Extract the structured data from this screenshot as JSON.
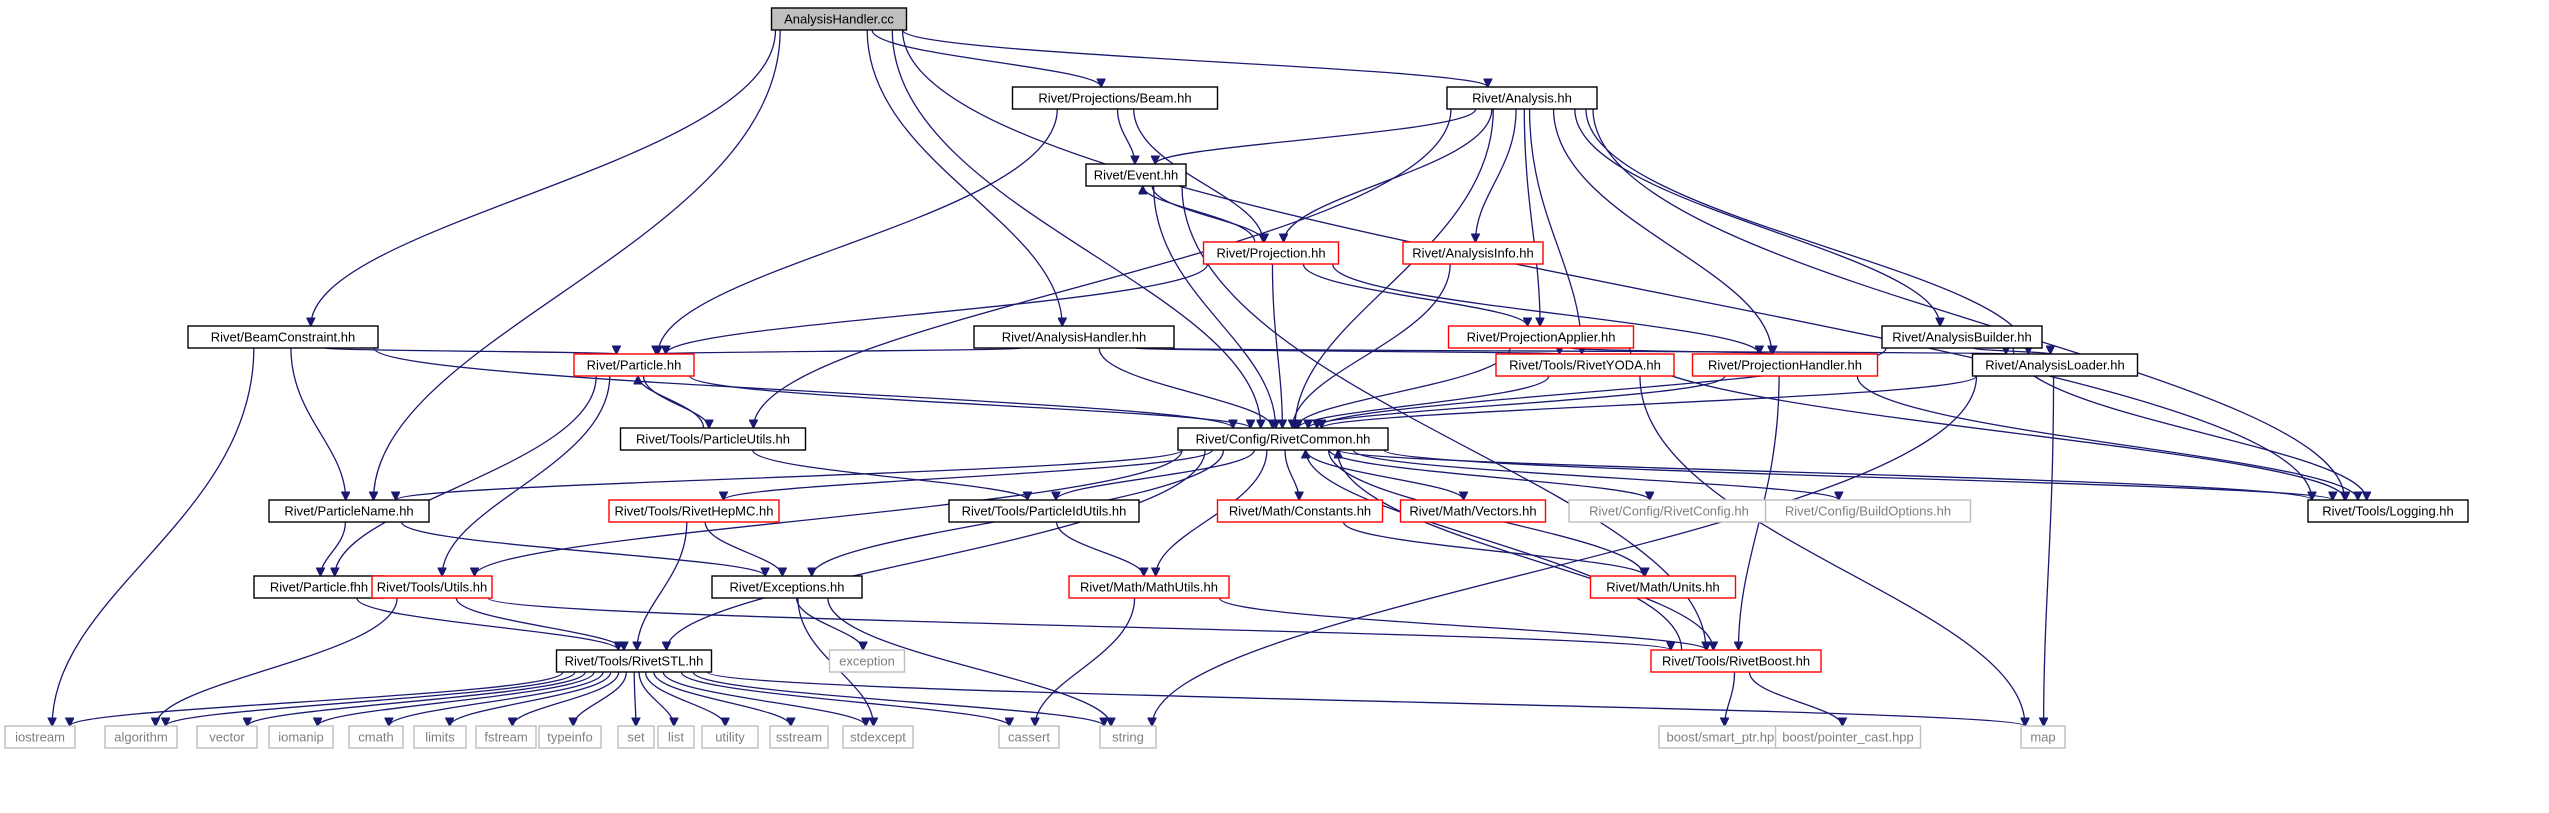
{
  "colors": {
    "edge": "#191970",
    "root_fill": "#bfbfbf",
    "black": "#000000",
    "red": "#ff0000",
    "gray": "#bfbfbf",
    "muted_text": "#7f7f7f"
  },
  "nodes": [
    {
      "id": "root",
      "label": "AnalysisHandler.cc",
      "style": "root"
    },
    {
      "id": "beam",
      "label": "Rivet/Projections/Beam.hh",
      "style": "black"
    },
    {
      "id": "analysis",
      "label": "Rivet/Analysis.hh",
      "style": "black"
    },
    {
      "id": "event",
      "label": "Rivet/Event.hh",
      "style": "black"
    },
    {
      "id": "projection",
      "label": "Rivet/Projection.hh",
      "style": "red"
    },
    {
      "id": "analysisinfo",
      "label": "Rivet/AnalysisInfo.hh",
      "style": "red"
    },
    {
      "id": "beamconstraint",
      "label": "Rivet/BeamConstraint.hh",
      "style": "black"
    },
    {
      "id": "analysishandler",
      "label": "Rivet/AnalysisHandler.hh",
      "style": "black"
    },
    {
      "id": "projapplier",
      "label": "Rivet/ProjectionApplier.hh",
      "style": "red"
    },
    {
      "id": "analysisbuilder",
      "label": "Rivet/AnalysisBuilder.hh",
      "style": "black"
    },
    {
      "id": "particle",
      "label": "Rivet/Particle.hh",
      "style": "red"
    },
    {
      "id": "rivetyoda",
      "label": "Rivet/Tools/RivetYODA.hh",
      "style": "red"
    },
    {
      "id": "projhandler",
      "label": "Rivet/ProjectionHandler.hh",
      "style": "red"
    },
    {
      "id": "analysisloader",
      "label": "Rivet/AnalysisLoader.hh",
      "style": "black"
    },
    {
      "id": "particleutils",
      "label": "Rivet/Tools/ParticleUtils.hh",
      "style": "black"
    },
    {
      "id": "rivetcommon",
      "label": "Rivet/Config/RivetCommon.hh",
      "style": "black"
    },
    {
      "id": "particlename",
      "label": "Rivet/ParticleName.hh",
      "style": "black"
    },
    {
      "id": "rivethepmc",
      "label": "Rivet/Tools/RivetHepMC.hh",
      "style": "red"
    },
    {
      "id": "particleidutils",
      "label": "Rivet/Tools/ParticleIdUtils.hh",
      "style": "black"
    },
    {
      "id": "constants",
      "label": "Rivet/Math/Constants.hh",
      "style": "red"
    },
    {
      "id": "vectors",
      "label": "Rivet/Math/Vectors.hh",
      "style": "red"
    },
    {
      "id": "rivetconfig",
      "label": "Rivet/Config/RivetConfig.hh",
      "style": "gray"
    },
    {
      "id": "buildoptions",
      "label": "Rivet/Config/BuildOptions.hh",
      "style": "gray"
    },
    {
      "id": "logging",
      "label": "Rivet/Tools/Logging.hh",
      "style": "black"
    },
    {
      "id": "particlefhh",
      "label": "Rivet/Particle.fhh",
      "style": "black"
    },
    {
      "id": "utils",
      "label": "Rivet/Tools/Utils.hh",
      "style": "red"
    },
    {
      "id": "exceptions",
      "label": "Rivet/Exceptions.hh",
      "style": "black"
    },
    {
      "id": "mathutils",
      "label": "Rivet/Math/MathUtils.hh",
      "style": "red"
    },
    {
      "id": "units",
      "label": "Rivet/Math/Units.hh",
      "style": "red"
    },
    {
      "id": "exception",
      "label": "exception",
      "style": "gray"
    },
    {
      "id": "rivetstl",
      "label": "Rivet/Tools/RivetSTL.hh",
      "style": "black"
    },
    {
      "id": "rivetboost",
      "label": "Rivet/Tools/RivetBoost.hh",
      "style": "red"
    },
    {
      "id": "iostream",
      "label": "iostream",
      "style": "gray"
    },
    {
      "id": "algorithm",
      "label": "algorithm",
      "style": "gray"
    },
    {
      "id": "vector",
      "label": "vector",
      "style": "gray"
    },
    {
      "id": "iomanip",
      "label": "iomanip",
      "style": "gray"
    },
    {
      "id": "cmath",
      "label": "cmath",
      "style": "gray"
    },
    {
      "id": "limits",
      "label": "limits",
      "style": "gray"
    },
    {
      "id": "fstream",
      "label": "fstream",
      "style": "gray"
    },
    {
      "id": "typeinfo",
      "label": "typeinfo",
      "style": "gray"
    },
    {
      "id": "set",
      "label": "set",
      "style": "gray"
    },
    {
      "id": "list",
      "label": "list",
      "style": "gray"
    },
    {
      "id": "utility",
      "label": "utility",
      "style": "gray"
    },
    {
      "id": "sstream",
      "label": "sstream",
      "style": "gray"
    },
    {
      "id": "stdexcept",
      "label": "stdexcept",
      "style": "gray"
    },
    {
      "id": "cassert",
      "label": "cassert",
      "style": "gray"
    },
    {
      "id": "string",
      "label": "string",
      "style": "gray"
    },
    {
      "id": "smartptr",
      "label": "boost/smart_ptr.hpp",
      "style": "gray"
    },
    {
      "id": "pointercast",
      "label": "boost/pointer_cast.hpp",
      "style": "gray"
    },
    {
      "id": "map",
      "label": "map",
      "style": "gray"
    }
  ],
  "edges": [
    [
      "root",
      "beam"
    ],
    [
      "root",
      "analysis"
    ],
    [
      "root",
      "beamconstraint"
    ],
    [
      "root",
      "particlename"
    ],
    [
      "root",
      "analysishandler"
    ],
    [
      "root",
      "rivetcommon"
    ],
    [
      "root",
      "logging"
    ],
    [
      "beam",
      "event"
    ],
    [
      "beam",
      "projection"
    ],
    [
      "beam",
      "particle"
    ],
    [
      "analysis",
      "event"
    ],
    [
      "analysis",
      "projection"
    ],
    [
      "analysis",
      "analysisinfo"
    ],
    [
      "analysis",
      "projapplier"
    ],
    [
      "analysis",
      "analysisbuilder"
    ],
    [
      "analysis",
      "analysisloader"
    ],
    [
      "analysis",
      "rivetyoda"
    ],
    [
      "analysis",
      "projhandler"
    ],
    [
      "analysis",
      "rivetcommon"
    ],
    [
      "analysis",
      "particleutils"
    ],
    [
      "analysis",
      "logging"
    ],
    [
      "event",
      "projection"
    ],
    [
      "event",
      "rivetcommon"
    ],
    [
      "event",
      "rivetboost"
    ],
    [
      "projection",
      "event"
    ],
    [
      "projection",
      "projapplier"
    ],
    [
      "projection",
      "particle"
    ],
    [
      "projection",
      "rivetcommon"
    ],
    [
      "projection",
      "projhandler"
    ],
    [
      "analysisinfo",
      "rivetcommon"
    ],
    [
      "beamconstraint",
      "particle"
    ],
    [
      "beamconstraint",
      "particlename"
    ],
    [
      "beamconstraint",
      "rivetcommon"
    ],
    [
      "beamconstraint",
      "iostream"
    ],
    [
      "analysishandler",
      "particle"
    ],
    [
      "analysishandler",
      "rivetcommon"
    ],
    [
      "analysishandler",
      "analysisloader"
    ],
    [
      "analysishandler",
      "rivetyoda"
    ],
    [
      "projapplier",
      "projhandler"
    ],
    [
      "projapplier",
      "rivetcommon"
    ],
    [
      "projapplier",
      "logging"
    ],
    [
      "analysisbuilder",
      "analysisloader"
    ],
    [
      "analysisbuilder",
      "rivetcommon"
    ],
    [
      "analysisbuilder",
      "logging"
    ],
    [
      "particle",
      "particleutils"
    ],
    [
      "particle",
      "rivetcommon"
    ],
    [
      "particle",
      "particlefhh"
    ],
    [
      "particle",
      "utils"
    ],
    [
      "particleutils",
      "particle"
    ],
    [
      "particleutils",
      "particleidutils"
    ],
    [
      "rivetyoda",
      "rivetcommon"
    ],
    [
      "rivetyoda",
      "map"
    ],
    [
      "projhandler",
      "rivetcommon"
    ],
    [
      "projhandler",
      "logging"
    ],
    [
      "projhandler",
      "rivetboost"
    ],
    [
      "analysisloader",
      "rivetcommon"
    ],
    [
      "analysisloader",
      "map"
    ],
    [
      "analysisloader",
      "string"
    ],
    [
      "rivetcommon",
      "particlename"
    ],
    [
      "rivetcommon",
      "rivethepmc"
    ],
    [
      "rivetcommon",
      "particleidutils"
    ],
    [
      "rivetcommon",
      "constants"
    ],
    [
      "rivetcommon",
      "vectors"
    ],
    [
      "rivetcommon",
      "rivetconfig"
    ],
    [
      "rivetcommon",
      "buildoptions"
    ],
    [
      "rivetcommon",
      "logging"
    ],
    [
      "rivetcommon",
      "utils"
    ],
    [
      "rivetcommon",
      "exceptions"
    ],
    [
      "rivetcommon",
      "mathutils"
    ],
    [
      "rivetcommon",
      "units"
    ],
    [
      "rivetcommon",
      "rivetstl"
    ],
    [
      "rivetcommon",
      "rivetboost"
    ],
    [
      "particlename",
      "particlefhh"
    ],
    [
      "particlename",
      "exceptions"
    ],
    [
      "rivethepmc",
      "exceptions"
    ],
    [
      "rivethepmc",
      "rivetstl"
    ],
    [
      "particleidutils",
      "mathutils"
    ],
    [
      "constants",
      "units"
    ],
    [
      "logging",
      "rivetcommon"
    ],
    [
      "particlefhh",
      "rivetstl"
    ],
    [
      "utils",
      "rivetstl"
    ],
    [
      "utils",
      "rivetboost"
    ],
    [
      "utils",
      "algorithm"
    ],
    [
      "exceptions",
      "exception"
    ],
    [
      "exceptions",
      "string"
    ],
    [
      "exceptions",
      "stdexcept"
    ],
    [
      "mathutils",
      "cassert"
    ],
    [
      "mathutils",
      "rivetboost"
    ],
    [
      "rivetboost",
      "smartptr"
    ],
    [
      "rivetboost",
      "pointercast"
    ],
    [
      "rivetboost",
      "rivetcommon"
    ],
    [
      "rivetstl",
      "iostream"
    ],
    [
      "rivetstl",
      "algorithm"
    ],
    [
      "rivetstl",
      "vector"
    ],
    [
      "rivetstl",
      "iomanip"
    ],
    [
      "rivetstl",
      "cmath"
    ],
    [
      "rivetstl",
      "limits"
    ],
    [
      "rivetstl",
      "fstream"
    ],
    [
      "rivetstl",
      "typeinfo"
    ],
    [
      "rivetstl",
      "set"
    ],
    [
      "rivetstl",
      "list"
    ],
    [
      "rivetstl",
      "utility"
    ],
    [
      "rivetstl",
      "sstream"
    ],
    [
      "rivetstl",
      "stdexcept"
    ],
    [
      "rivetstl",
      "cassert"
    ],
    [
      "rivetstl",
      "string"
    ],
    [
      "rivetstl",
      "map"
    ]
  ]
}
